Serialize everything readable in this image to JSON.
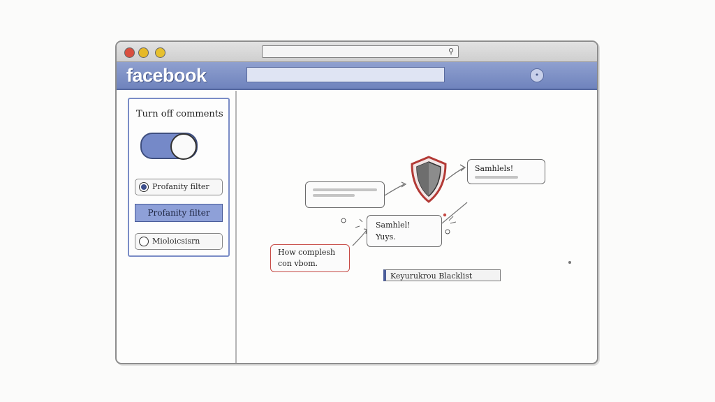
{
  "window": {
    "dots": [
      "red",
      "yellow",
      "yellow"
    ],
    "url_search_icon": "search-icon"
  },
  "header": {
    "logo": "facebook",
    "search_placeholder": "",
    "account_icon": "circle-icon"
  },
  "sidebar": {
    "panel_title": "Turn off comments",
    "toggle_state": "on",
    "options": [
      {
        "label": "Profanity filter",
        "selected": true
      },
      {
        "label": "Profanity filter",
        "highlighted": true
      },
      {
        "label": "Mioloicsisrn",
        "selected": false
      }
    ]
  },
  "main": {
    "bubble_top": "Samhlels!",
    "bubble_mid_line1": "Samhlel!",
    "bubble_mid_line2": "Yuys.",
    "bubble_red_line1": "How complesh",
    "bubble_red_line2": "con vbom.",
    "keyword_blacklist": "Keyurukrou Blacklist",
    "shield_icon": "shield-icon",
    "colors": {
      "accent": "#7589c8",
      "brand_bar": "#6f83bd",
      "alert": "#c64a45"
    }
  }
}
